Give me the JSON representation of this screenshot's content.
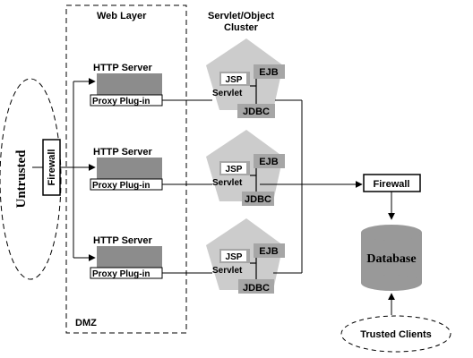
{
  "zones": {
    "untrusted": "Untrusted",
    "web_layer": "Web Layer",
    "dmz": "DMZ",
    "cluster": "Servlet/Object\nCluster"
  },
  "firewall_left": "Firewall",
  "firewall_right": "Firewall",
  "web_servers": [
    {
      "server": "HTTP Server",
      "plugin": "Proxy Plug-in"
    },
    {
      "server": "HTTP Server",
      "plugin": "Proxy Plug-in"
    },
    {
      "server": "HTTP Server",
      "plugin": "Proxy Plug-in"
    }
  ],
  "cluster_nodes": [
    {
      "jsp": "JSP",
      "ejb": "EJB",
      "servlet": "Servlet",
      "jdbc": "JDBC"
    },
    {
      "jsp": "JSP",
      "ejb": "EJB",
      "servlet": "Servlet",
      "jdbc": "JDBC"
    },
    {
      "jsp": "JSP",
      "ejb": "EJB",
      "servlet": "Servlet",
      "jdbc": "JDBC"
    }
  ],
  "database": "Database",
  "trusted_clients": "Trusted Clients",
  "colors": {
    "server_box": "#8c8c8c",
    "pentagon": "#cccccc",
    "component": "#a6a6a6",
    "database": "#999999"
  }
}
